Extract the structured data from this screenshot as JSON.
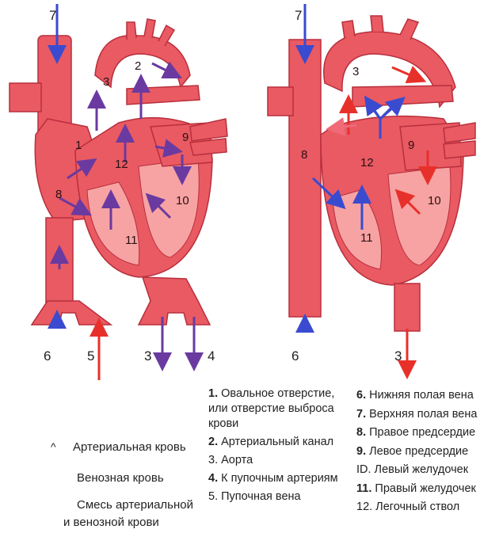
{
  "colors": {
    "arterial": "#e8302a",
    "venous": "#3a4bd0",
    "mixed": "#6a3aa0",
    "tissue": "#e95a63",
    "tissue_dark": "#b82f3c",
    "chamber_light": "#f7a3a3"
  },
  "left_figure": {
    "labels": [
      "7",
      "3",
      "2",
      "1",
      "12",
      "9",
      "8",
      "10",
      "11",
      "6",
      "5",
      "3",
      "4"
    ]
  },
  "right_figure": {
    "labels": [
      "7",
      "3",
      "8",
      "12",
      "9",
      "10",
      "11",
      "6",
      "3"
    ]
  },
  "key": {
    "caret": "^",
    "arterial": "Артериальная  кровь",
    "venous": "Венозная кровь",
    "mixed_line1": "Смесь артериальной",
    "mixed_line2": "и венозной крови"
  },
  "legend": {
    "col1": [
      {
        "num": "1.",
        "text": "Овальное отверстие,"
      },
      {
        "num": "",
        "text": "или отверстие выброса"
      },
      {
        "num": "",
        "text": "крови"
      },
      {
        "num": "2.",
        "text": "Артериальный канал"
      },
      {
        "num": "",
        "text": "3. Аорта"
      },
      {
        "num": "4.",
        "text": "К пупочным артериям"
      },
      {
        "num": "",
        "text": "5. Пупочная вена"
      }
    ],
    "col2": [
      {
        "num": "6.",
        "text": "Нижняя полая вена"
      },
      {
        "num": "7.",
        "text": "Верхняя полая вена"
      },
      {
        "num": "8.",
        "text": "Правое предсердие"
      },
      {
        "num": "9.",
        "text": "Левое предсердие"
      },
      {
        "num": "",
        "text": "ID. Левый желудочек"
      },
      {
        "num": "11.",
        "text": "Правый желудочек"
      },
      {
        "num": "",
        "text": "12. Легочный ствол"
      }
    ]
  }
}
